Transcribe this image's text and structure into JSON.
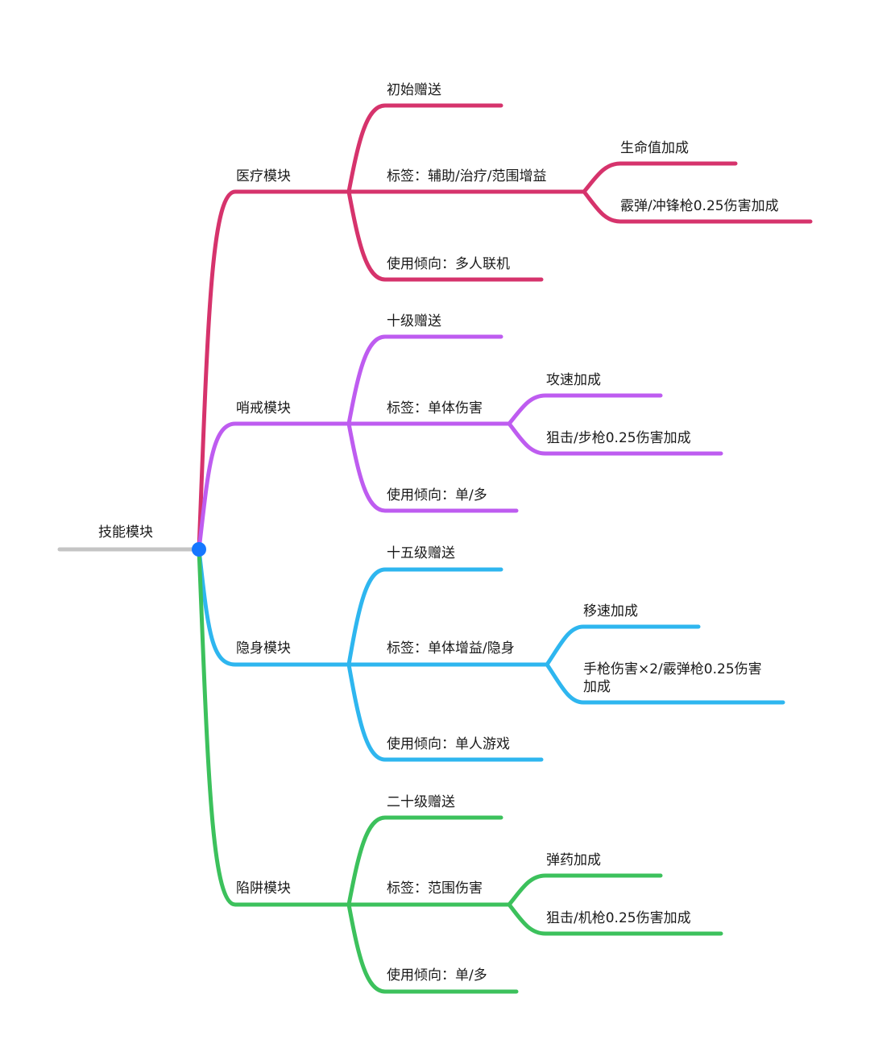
{
  "colors": {
    "root_line": "#c4c4c4",
    "root_dot": "#1677ff",
    "medical": "#d6336c",
    "sentry": "#be5cf0",
    "stealth": "#2eb6ef",
    "trap": "#3cc15c"
  },
  "root": {
    "label": "技能模块"
  },
  "branches": [
    {
      "label": "医疗模块",
      "gift": "初始赠送",
      "tag": "标签：辅助/治疗/范围增益",
      "tag_children": [
        "生命值加成",
        "霰弹/冲锋枪0.25伤害加成"
      ],
      "usage": "使用倾向：多人联机"
    },
    {
      "label": "哨戒模块",
      "gift": "十级赠送",
      "tag": "标签：单体伤害",
      "tag_children": [
        "攻速加成",
        "狙击/步枪0.25伤害加成"
      ],
      "usage": "使用倾向：单/多"
    },
    {
      "label": "隐身模块",
      "gift": "十五级赠送",
      "tag": "标签：单体增益/隐身",
      "tag_children": [
        "移速加成",
        "手枪伤害×2/霰弹枪0.25伤害加成"
      ],
      "usage": "使用倾向：单人游戏"
    },
    {
      "label": "陷阱模块",
      "gift": "二十级赠送",
      "tag": "标签：范围伤害",
      "tag_children": [
        "弹药加成",
        "狙击/机枪0.25伤害加成"
      ],
      "usage": "使用倾向：单/多"
    }
  ]
}
